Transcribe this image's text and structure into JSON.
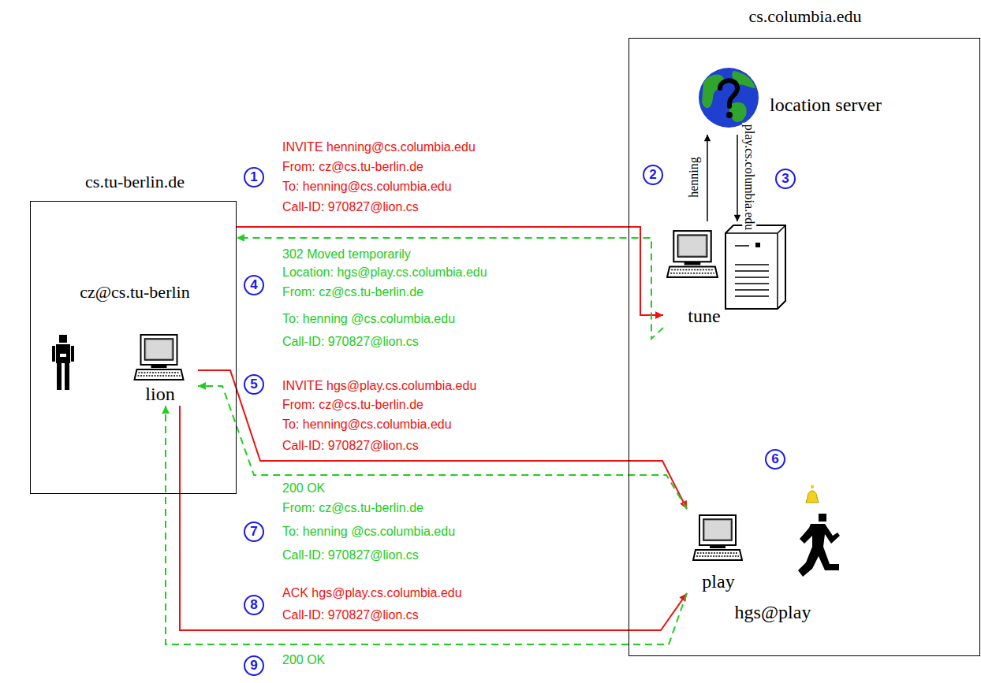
{
  "diagram": {
    "nodes": [
      {
        "text": [
          "cs.tu-berlin.de",
          "cz@cs.tu-berlin"
        ]
      },
      {
        "text": [
          "lion"
        ],
        "in": 0
      },
      {
        "text": [
          "cs.columbia.edu"
        ]
      },
      {
        "text": [
          "location server"
        ],
        "in": 2
      },
      {
        "text": [
          "tune"
        ],
        "in": 2
      },
      {
        "text": [
          "play"
        ],
        "in": 2
      }
    ],
    "edges": [
      {
        "from": 0,
        "to": 4,
        "arrow": "to"
      },
      {
        "from": 4,
        "to": 0,
        "arrow": "to"
      },
      {
        "from": 4,
        "to": 3,
        "label": "henning",
        "arrow": "to"
      },
      {
        "from": 3,
        "to": 4,
        "label": "play.cs.columbia.edu",
        "arrow": "to"
      },
      {
        "from": 1,
        "to": 5,
        "arrow": "to"
      },
      {
        "from": 5,
        "to": 1,
        "arrow": "to"
      },
      {
        "from": 1,
        "to": 5,
        "arrow": "to"
      },
      {
        "from": 5,
        "to": 1,
        "arrow": "to"
      }
    ],
    "labels": [
      "1",
      "INVITE henning@cs.columbia.edu",
      "From: cz@cs.tu-berlin.de",
      "To: henning@cs.columbia.edu",
      "Call-ID: 970827@lion.cs",
      "2",
      "3",
      "4",
      "302 Moved temporarily",
      "Location: hgs@play.cs.columbia.edu",
      "From: cz@cs.tu-berlin.de",
      "To: henning @cs.columbia.edu",
      "Call-ID: 970827@lion.cs",
      "5",
      "INVITE hgs@play.cs.columbia.edu",
      "From: cz@cs.tu-berlin.de",
      "To: henning@cs.columbia.edu",
      "Call-ID: 970827@lion.cs",
      "6",
      "7",
      "200 OK",
      "From: cz@cs.tu-berlin.de",
      "To: henning @cs.columbia.edu",
      "Call-ID: 970827@lion.cs",
      "8",
      "ACK hgs@play.cs.columbia.edu",
      "Call-ID: 970827@lion.cs",
      "9",
      "200 OK",
      "hgs@play"
    ]
  }
}
